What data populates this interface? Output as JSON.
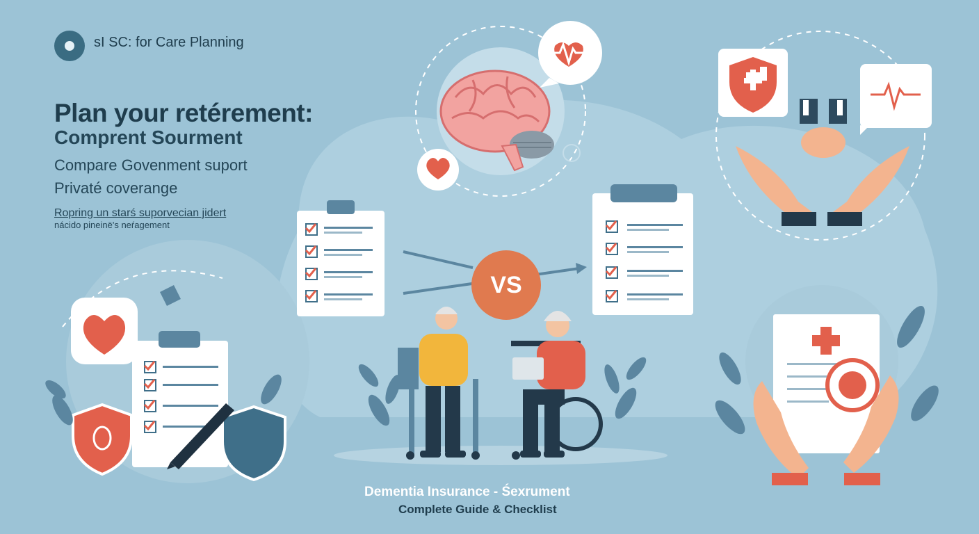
{
  "brand": {
    "logo_icon": "target-icon",
    "name": "sI SC: for Care Planning"
  },
  "hero": {
    "headline": "Plan your retérement:",
    "subheading": "Comprent Sourment",
    "line_1": "Compare Govenment suport",
    "line_2": "Privaté coverange",
    "small_line_1": "Ropring un starś suporvecian jidert",
    "small_line_2": "nácido pineinë's neŕagement"
  },
  "comparison": {
    "badge": "VS"
  },
  "footer": {
    "title": "Dementia Insurance - Śexrument",
    "subtitle": "Complete Guide & Checklist"
  },
  "colors": {
    "background": "#9cc3d6",
    "accent_red": "#e2604c",
    "accent_orange": "#e07a4f",
    "dark_navy": "#1f3d4d",
    "steel_blue": "#3f6f89"
  },
  "icons": [
    "brain-icon",
    "heartbeat-bubble-icon",
    "heart-bubble-icon",
    "shield-cross-icon",
    "ecg-bubble-icon",
    "handshake-icon",
    "caring-hands-icon",
    "checklist-icon",
    "elderly-man-walker-icon",
    "elderly-woman-wheelchair-icon",
    "heart-icon",
    "shield-icon",
    "pen-icon",
    "medical-document-icon",
    "virus-icon",
    "plant-icon"
  ]
}
